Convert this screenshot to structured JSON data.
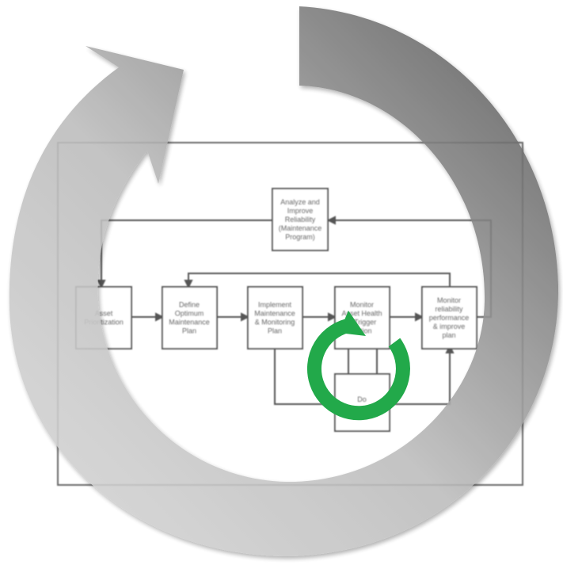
{
  "nodes": {
    "analyze": {
      "lines": [
        "Analyze and",
        "Improve",
        "Reliability",
        "(Maintenance",
        "Program)"
      ]
    },
    "asset": {
      "lines": [
        "Asset",
        "Prioritization"
      ]
    },
    "define": {
      "lines": [
        "Define",
        "Optimum",
        "Maintenance",
        "Plan"
      ]
    },
    "implement": {
      "lines": [
        "Implement",
        "Maintenance",
        "& Monitoring",
        "Plan"
      ]
    },
    "monitor_health": {
      "lines": [
        "Monitor",
        "Asset Health",
        "& Trigger",
        "Action"
      ]
    },
    "monitor_reliability": {
      "lines": [
        "Monitor",
        "reliability",
        "performance",
        "& improve",
        "plan"
      ]
    },
    "do": {
      "lines": [
        "Do"
      ]
    }
  },
  "colors": {
    "box_stroke": "#555555",
    "text": "#666666",
    "big_arrow_light": "#d6d6d6",
    "big_arrow_dark": "#4a4a4a",
    "green_cycle": "#22a94a"
  },
  "icons": {
    "big_cycle": "circular-arrow-icon",
    "small_cycle": "green-cycle-icon"
  }
}
